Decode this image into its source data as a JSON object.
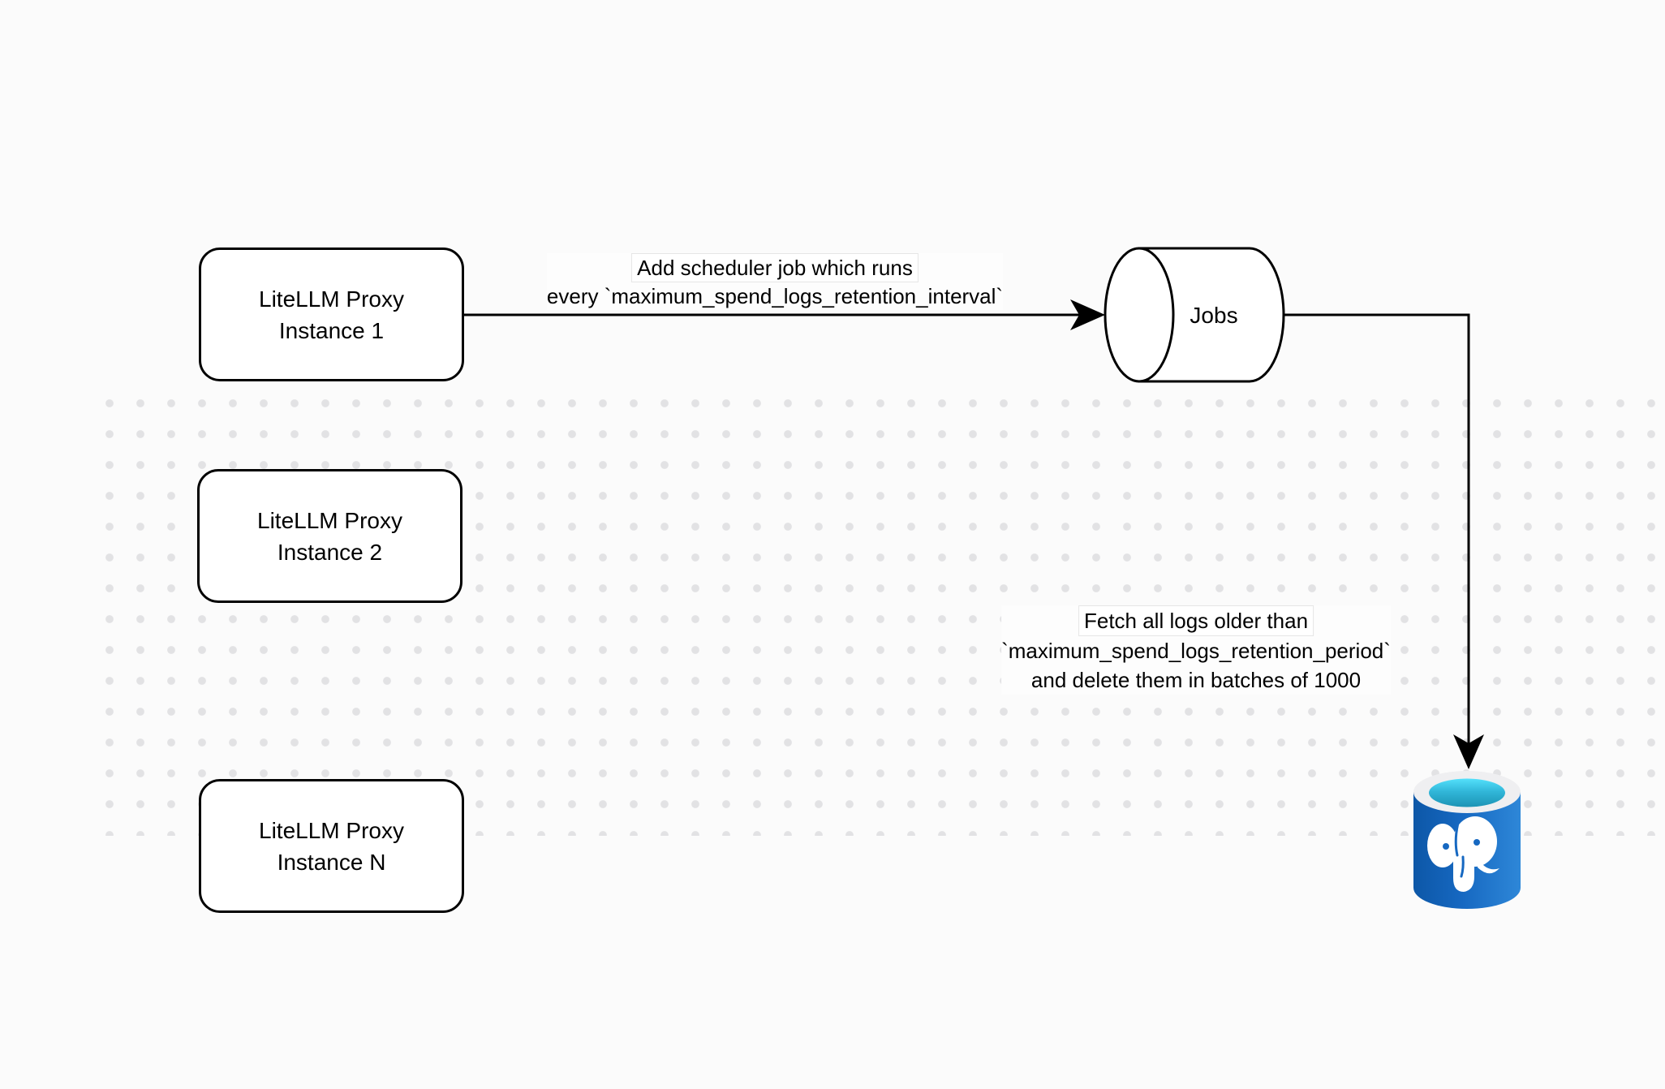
{
  "nodes": {
    "proxy_instances": [
      {
        "line1": "LiteLLM Proxy",
        "line2": "Instance 1"
      },
      {
        "line1": "LiteLLM Proxy",
        "line2": "Instance 2"
      },
      {
        "line1": "LiteLLM Proxy",
        "line2": "Instance N"
      }
    ],
    "jobs_queue": {
      "label": "Jobs",
      "shape": "horizontal-cylinder"
    },
    "postgres_db": {
      "icon": "postgresql-database-icon"
    }
  },
  "edges": {
    "add_job": {
      "line1": "Add scheduler job which runs",
      "line2": "every `maximum_spend_logs_retention_interval`"
    },
    "fetch_delete": {
      "line1": "Fetch all logs older than",
      "line2": "`maximum_spend_logs_retention_period`",
      "line3": "and delete them in batches of 1000"
    }
  },
  "colors": {
    "stroke": "#000000",
    "node_fill": "#ffffff",
    "background": "#fbfbfb",
    "dot": "#e2e2e4",
    "postgres_blue": "#1668c1",
    "postgres_blue_dark": "#0d57a7",
    "postgres_blue_light": "#2e87d8",
    "postgres_cyan": "#54e0fb",
    "postgres_teal": "#1d93b4",
    "postgres_ring": "#efeff1"
  }
}
